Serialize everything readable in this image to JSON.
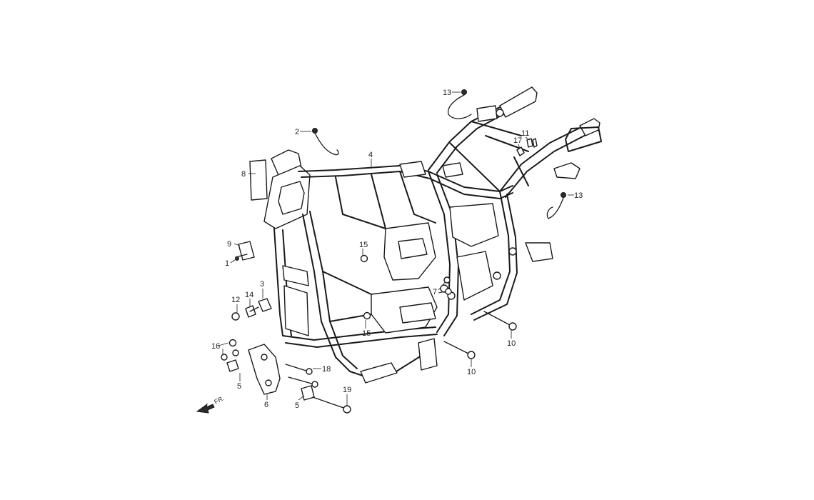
{
  "diagram": {
    "direction_label": "FR.",
    "callouts": [
      {
        "id": "c1",
        "text": "1"
      },
      {
        "id": "c2",
        "text": "2"
      },
      {
        "id": "c3",
        "text": "3"
      },
      {
        "id": "c4",
        "text": "4"
      },
      {
        "id": "c5a",
        "text": "5"
      },
      {
        "id": "c5b",
        "text": "5"
      },
      {
        "id": "c6",
        "text": "6"
      },
      {
        "id": "c7",
        "text": "7"
      },
      {
        "id": "c8",
        "text": "8"
      },
      {
        "id": "c9",
        "text": "9"
      },
      {
        "id": "c10a",
        "text": "10"
      },
      {
        "id": "c10b",
        "text": "10"
      },
      {
        "id": "c11",
        "text": "11"
      },
      {
        "id": "c12",
        "text": "12"
      },
      {
        "id": "c13a",
        "text": "13"
      },
      {
        "id": "c13b",
        "text": "13"
      },
      {
        "id": "c14",
        "text": "14"
      },
      {
        "id": "c15a",
        "text": "15"
      },
      {
        "id": "c15b",
        "text": "15"
      },
      {
        "id": "c16",
        "text": "16"
      },
      {
        "id": "c17",
        "text": "17"
      },
      {
        "id": "c18",
        "text": "18"
      },
      {
        "id": "c19",
        "text": "19"
      }
    ]
  }
}
